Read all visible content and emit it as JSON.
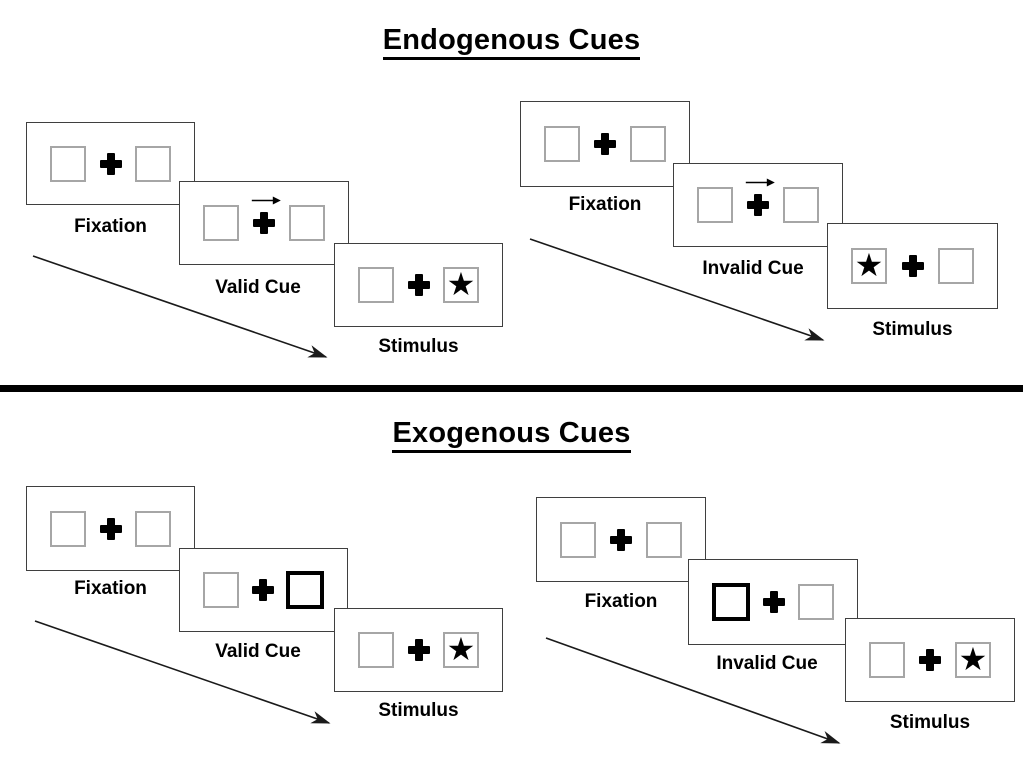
{
  "titles": {
    "endogenous": "Endogenous Cues",
    "exogenous": "Exogenous Cues"
  },
  "glyphs": {
    "star": "★",
    "fixation_cross": "+",
    "cue_arrow_direction": "right"
  },
  "colors": {
    "ink": "#000000",
    "panel_border": "#3f3f3f",
    "placeholder_box_border": "#a6a6a6",
    "background": "#ffffff"
  },
  "groups": [
    {
      "section": "Endogenous",
      "trial_type": "Valid",
      "cue_style": "central-arrow",
      "cue_direction": "right",
      "stimulus_side": "right",
      "panels": [
        {
          "label": "Fixation"
        },
        {
          "label": "Valid Cue"
        },
        {
          "label": "Stimulus"
        }
      ]
    },
    {
      "section": "Endogenous",
      "trial_type": "Invalid",
      "cue_style": "central-arrow",
      "cue_direction": "right",
      "stimulus_side": "left",
      "panels": [
        {
          "label": "Fixation"
        },
        {
          "label": "Invalid Cue"
        },
        {
          "label": "Stimulus"
        }
      ]
    },
    {
      "section": "Exogenous",
      "trial_type": "Valid",
      "cue_style": "peripheral-bold-box",
      "cue_side": "right",
      "stimulus_side": "right",
      "panels": [
        {
          "label": "Fixation"
        },
        {
          "label": "Valid Cue"
        },
        {
          "label": "Stimulus"
        }
      ]
    },
    {
      "section": "Exogenous",
      "trial_type": "Invalid",
      "cue_style": "peripheral-bold-box",
      "cue_side": "left",
      "stimulus_side": "right",
      "panels": [
        {
          "label": "Fixation"
        },
        {
          "label": "Invalid Cue"
        },
        {
          "label": "Stimulus"
        }
      ]
    }
  ]
}
